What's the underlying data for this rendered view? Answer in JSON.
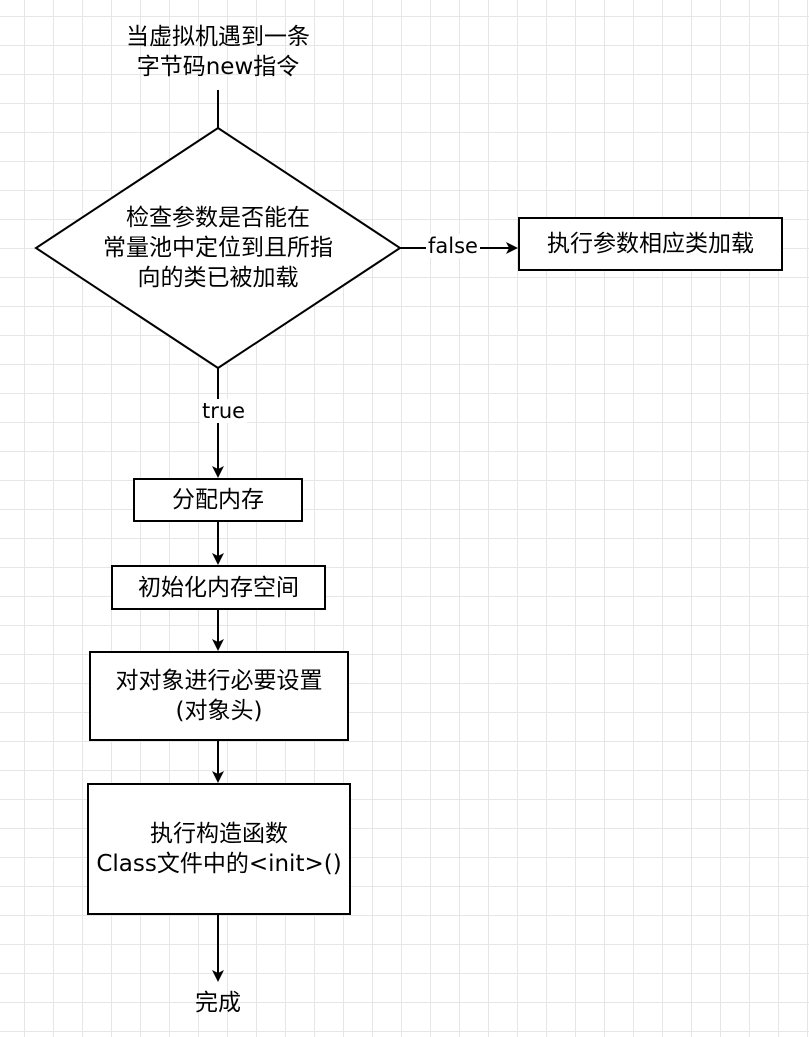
{
  "start": {
    "line1": "当虚拟机遇到一条",
    "line2": "字节码new指令"
  },
  "decision": {
    "line1": "检查参数是否能在",
    "line2": "常量池中定位到且所指",
    "line3": "向的类已被加载"
  },
  "false_branch": {
    "label": "false",
    "action": "执行参数相应类加载"
  },
  "true_branch": {
    "label": "true"
  },
  "steps": {
    "allocate": "分配内存",
    "init_memory": "初始化内存空间",
    "setup_line1": "对对象进行必要设置",
    "setup_line2": "(对象头)",
    "constructor_line1": "执行构造函数",
    "constructor_line2": "Class文件中的<init>()"
  },
  "end": {
    "label": "完成"
  }
}
